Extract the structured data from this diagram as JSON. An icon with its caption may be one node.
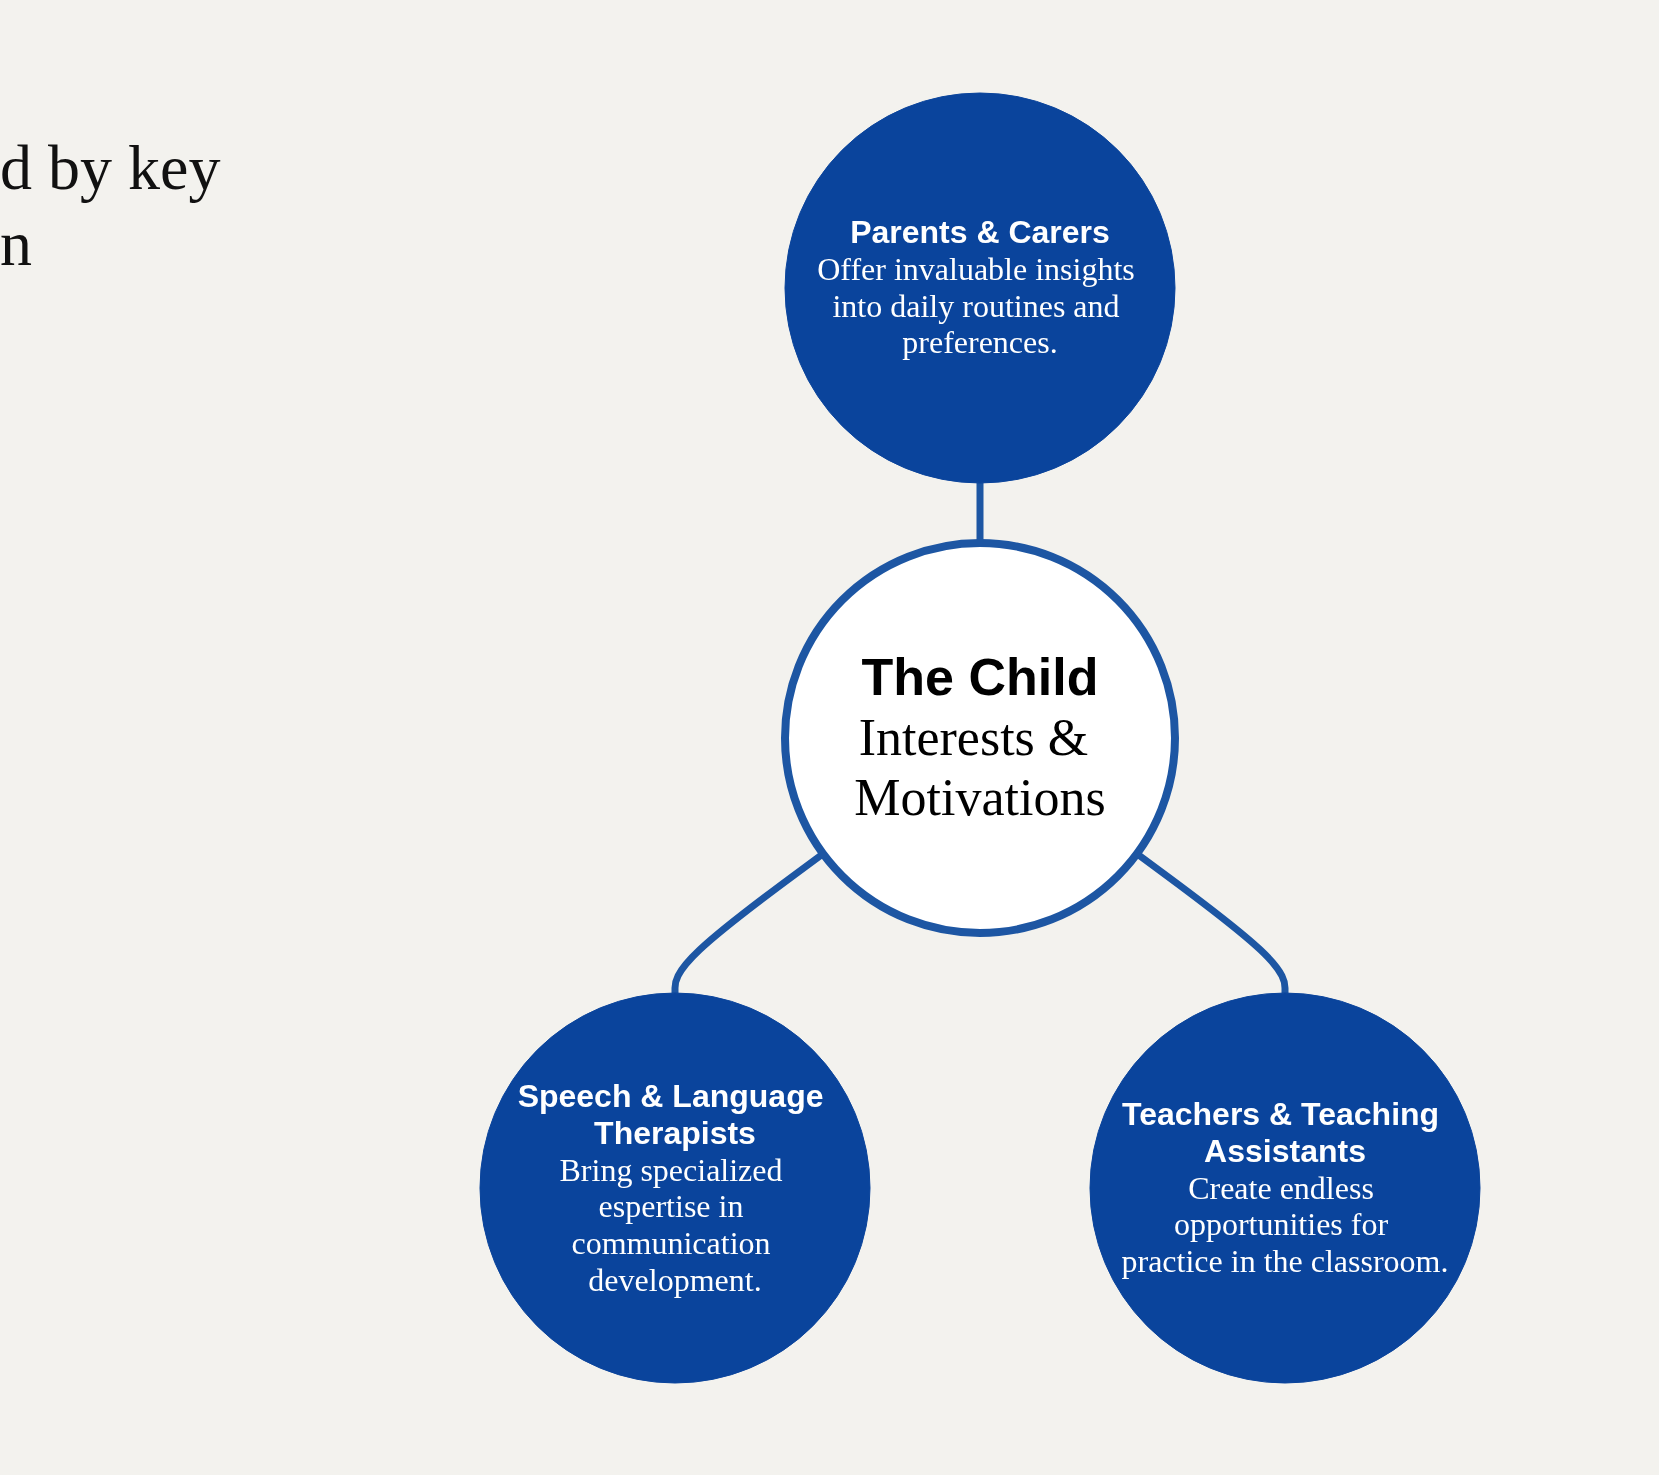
{
  "diagram": {
    "nodes": [
      {
        "text": [
          "Parents & Carers",
          "Offer invaluable insights into daily routines and preferences."
        ]
      },
      {
        "text": [
          "The Child",
          "Interests & Motivations"
        ]
      },
      {
        "text": [
          "Speech & Language Therapists",
          "Bring specialized espertise in communication development."
        ]
      },
      {
        "text": [
          "Teachers & Teaching Assistants",
          "Create endless opportunities for practice in the classroom."
        ]
      }
    ],
    "edges": [
      {
        "from": 0,
        "to": 1,
        "arrow": "none"
      },
      {
        "from": 1,
        "to": 2,
        "arrow": "none"
      },
      {
        "from": 1,
        "to": 3,
        "arrow": "none"
      }
    ],
    "labels": [
      "d by key",
      "n"
    ]
  }
}
